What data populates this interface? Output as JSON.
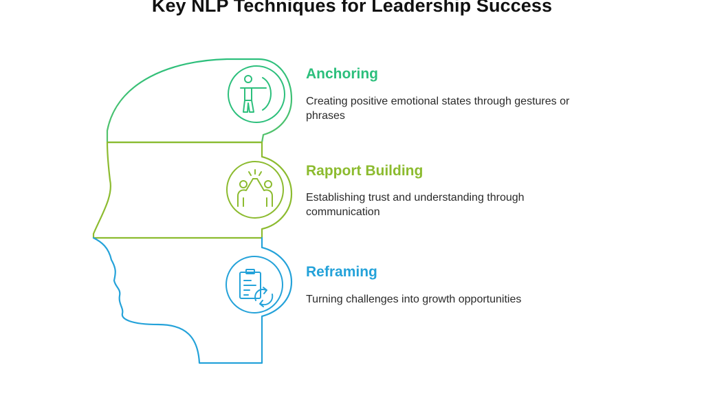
{
  "title": "Key NLP Techniques for Leadership Success",
  "colors": {
    "anchoring": "#2cbf7c",
    "rapport": "#8cbb2f",
    "reframing": "#24a2d9"
  },
  "sections": [
    {
      "heading": "Anchoring",
      "description": "Creating positive emotional states through gestures or phrases",
      "icon": "archer-icon"
    },
    {
      "heading": "Rapport Building",
      "description": "Establishing trust and understanding through communication",
      "icon": "high-five-icon"
    },
    {
      "heading": "Reframing",
      "description": "Turning challenges into growth opportunities",
      "icon": "clipboard-refresh-icon"
    }
  ]
}
